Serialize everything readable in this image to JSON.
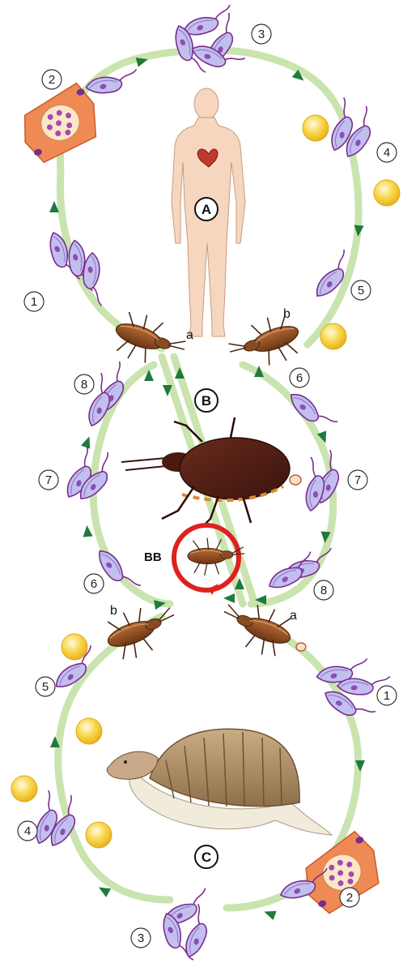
{
  "colors": {
    "path": "#c9e4ae",
    "arrow": "#1f7a3c",
    "parasite_fill": "#b9b6e6",
    "parasite_stroke": "#7a2d8c",
    "cell": "#f08a55",
    "cyst": "#fbe7c8",
    "spore": "#f7cf3c",
    "bug": "#8a4a22",
    "cycle_ring": "#e02020",
    "skin": "#f6d6bf",
    "armadillo_shell": "#b89a72",
    "armadillo_fur": "#f1ebdc"
  },
  "labels": {
    "human_cycle": "A",
    "vector_cycle": "B",
    "mammal_cycle": "C",
    "bug_cycle": "BB",
    "bug_a": "a",
    "bug_b": "b"
  },
  "stages": {
    "human": [
      "1",
      "2",
      "3",
      "4",
      "5"
    ],
    "vector_left": [
      "8",
      "7",
      "6"
    ],
    "vector_right": [
      "6",
      "7",
      "8"
    ],
    "mammal": [
      "1",
      "2",
      "3",
      "4",
      "5"
    ]
  },
  "icons": [
    "human-figure-icon",
    "heart-icon",
    "assassin-bug-icon",
    "armadillo-icon",
    "trypanosome-icon",
    "host-cell-icon",
    "yellow-sphere-icon",
    "cycle-arrow-icon"
  ]
}
